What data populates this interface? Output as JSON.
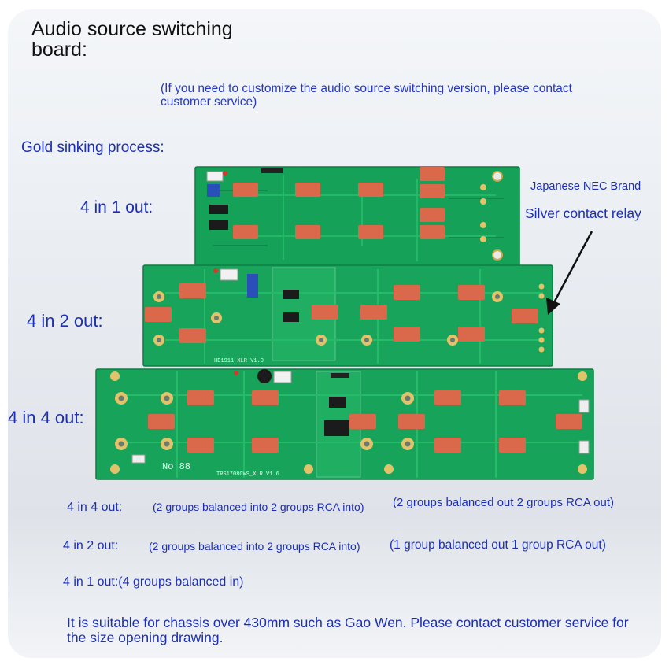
{
  "title": "Audio source switching board:",
  "note": "(If you need to customize the audio source switching version, please contact customer service)",
  "process_label": "Gold sinking process:",
  "board_labels": {
    "four_in_one_out": "4 in 1 out:",
    "four_in_two_out": "4 in 2 out:",
    "four_in_four_out": "4 in 4 out:"
  },
  "callout": {
    "brand": "Japanese NEC Brand",
    "relay": "Silver contact relay"
  },
  "pcb_silkscreen": {
    "board2": "HD1911 XLR V1.0",
    "board3": "TRS1708GWS_XLR V1.6",
    "board3_no": "No 88"
  },
  "specs": [
    {
      "label": "4 in 4 out:",
      "input": "(2 groups balanced into 2 groups RCA into)",
      "output": "(2 groups balanced out 2 groups RCA out)"
    },
    {
      "label": "4 in 2 out:",
      "input": "(2 groups balanced into 2 groups RCA into)",
      "output": "(1 group balanced out 1 group RCA out)"
    },
    {
      "label": "4 in 1 out:(4 groups balanced in)"
    }
  ],
  "footer": "It is suitable for chassis over 430mm such as Gao Wen. Please contact customer service for the size opening drawing.",
  "colors": {
    "pcb_green": "#1aa35a",
    "relay_orange": "#d9694a",
    "text_blue": "#1c2fb3",
    "pad_gold": "#e3c36a"
  }
}
